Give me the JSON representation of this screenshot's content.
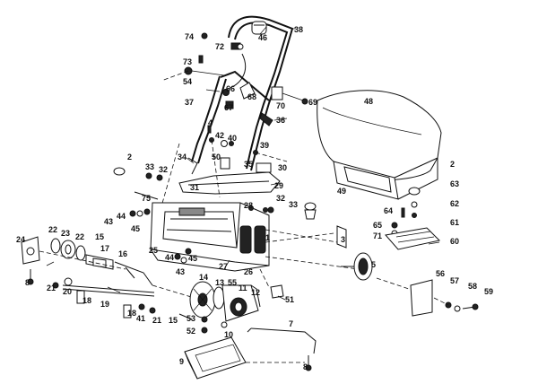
{
  "labels": [
    {
      "id": "l74",
      "text": "74"
    },
    {
      "id": "l46",
      "text": "46"
    },
    {
      "id": "l38",
      "text": "38"
    },
    {
      "id": "l72",
      "text": "72"
    },
    {
      "id": "l73",
      "text": "73"
    },
    {
      "id": "l54",
      "text": "54"
    },
    {
      "id": "l66",
      "text": "66"
    },
    {
      "id": "l68",
      "text": "68"
    },
    {
      "id": "l67",
      "text": "67"
    },
    {
      "id": "l37",
      "text": "37"
    },
    {
      "id": "l70",
      "text": "70"
    },
    {
      "id": "l69",
      "text": "69"
    },
    {
      "id": "l48",
      "text": "48"
    },
    {
      "id": "l36",
      "text": "36"
    },
    {
      "id": "l4",
      "text": "4"
    },
    {
      "id": "l42",
      "text": "42"
    },
    {
      "id": "l40",
      "text": "40"
    },
    {
      "id": "l39",
      "text": "39"
    },
    {
      "id": "l2a",
      "text": "2"
    },
    {
      "id": "l34",
      "text": "34"
    },
    {
      "id": "l50",
      "text": "50"
    },
    {
      "id": "l35",
      "text": "35"
    },
    {
      "id": "l30",
      "text": "30"
    },
    {
      "id": "l33a",
      "text": "33"
    },
    {
      "id": "l32a",
      "text": "32"
    },
    {
      "id": "l31",
      "text": "31"
    },
    {
      "id": "l29",
      "text": "29"
    },
    {
      "id": "l49",
      "text": "49"
    },
    {
      "id": "l2b",
      "text": "2"
    },
    {
      "id": "l63",
      "text": "63"
    },
    {
      "id": "l75",
      "text": "75"
    },
    {
      "id": "l32b",
      "text": "32"
    },
    {
      "id": "l33b",
      "text": "33"
    },
    {
      "id": "l28",
      "text": "28"
    },
    {
      "id": "l62",
      "text": "62"
    },
    {
      "id": "l64",
      "text": "64"
    },
    {
      "id": "l61",
      "text": "61"
    },
    {
      "id": "l43a",
      "text": "43"
    },
    {
      "id": "l44a",
      "text": "44"
    },
    {
      "id": "l45a",
      "text": "45"
    },
    {
      "id": "l1",
      "text": "1"
    },
    {
      "id": "l3",
      "text": "3"
    },
    {
      "id": "l65",
      "text": "65"
    },
    {
      "id": "l71",
      "text": "71"
    },
    {
      "id": "l60",
      "text": "60"
    },
    {
      "id": "l24",
      "text": "24"
    },
    {
      "id": "l22a",
      "text": "22"
    },
    {
      "id": "l23",
      "text": "23"
    },
    {
      "id": "l22b",
      "text": "22"
    },
    {
      "id": "l15a",
      "text": "15"
    },
    {
      "id": "l17",
      "text": "17"
    },
    {
      "id": "l25",
      "text": "25"
    },
    {
      "id": "l44b",
      "text": "44"
    },
    {
      "id": "l45b",
      "text": "45"
    },
    {
      "id": "l43b",
      "text": "43"
    },
    {
      "id": "l27",
      "text": "27"
    },
    {
      "id": "l16",
      "text": "16"
    },
    {
      "id": "l5",
      "text": "5"
    },
    {
      "id": "l26",
      "text": "26"
    },
    {
      "id": "l14",
      "text": "14"
    },
    {
      "id": "l13",
      "text": "13"
    },
    {
      "id": "l55",
      "text": "55"
    },
    {
      "id": "l11",
      "text": "11"
    },
    {
      "id": "l12",
      "text": "12"
    },
    {
      "id": "l51",
      "text": "51"
    },
    {
      "id": "l56",
      "text": "56"
    },
    {
      "id": "l57",
      "text": "57"
    },
    {
      "id": "l58",
      "text": "58"
    },
    {
      "id": "l59",
      "text": "59"
    },
    {
      "id": "l8a",
      "text": "8"
    },
    {
      "id": "l21a",
      "text": "21"
    },
    {
      "id": "l20",
      "text": "20"
    },
    {
      "id": "l18a",
      "text": "18"
    },
    {
      "id": "l19",
      "text": "19"
    },
    {
      "id": "l18b",
      "text": "18"
    },
    {
      "id": "l41",
      "text": "41"
    },
    {
      "id": "l21b",
      "text": "21"
    },
    {
      "id": "l15b",
      "text": "15"
    },
    {
      "id": "l53",
      "text": "53"
    },
    {
      "id": "l52",
      "text": "52"
    },
    {
      "id": "l10",
      "text": "10"
    },
    {
      "id": "l7",
      "text": "7"
    },
    {
      "id": "l9",
      "text": "9"
    },
    {
      "id": "l8b",
      "text": "8"
    }
  ]
}
